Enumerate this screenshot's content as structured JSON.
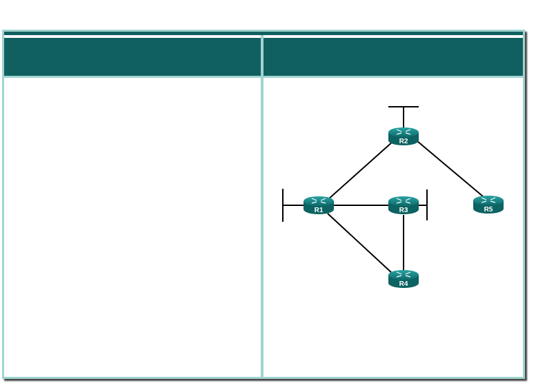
{
  "topology": {
    "routers": [
      {
        "id": "R1",
        "label": "R1"
      },
      {
        "id": "R2",
        "label": "R2"
      },
      {
        "id": "R3",
        "label": "R3"
      },
      {
        "id": "R4",
        "label": "R4"
      },
      {
        "id": "R5",
        "label": "R5"
      }
    ],
    "links": [
      [
        "R1",
        "R2"
      ],
      [
        "R1",
        "R3"
      ],
      [
        "R1",
        "R4"
      ],
      [
        "R3",
        "R4"
      ],
      [
        "R2",
        "R5"
      ]
    ],
    "lan_segments": [
      "R1",
      "R2",
      "R3"
    ]
  },
  "colors": {
    "header": "#116060",
    "border": "#9fd4d0",
    "router": "#1a8a8a"
  }
}
